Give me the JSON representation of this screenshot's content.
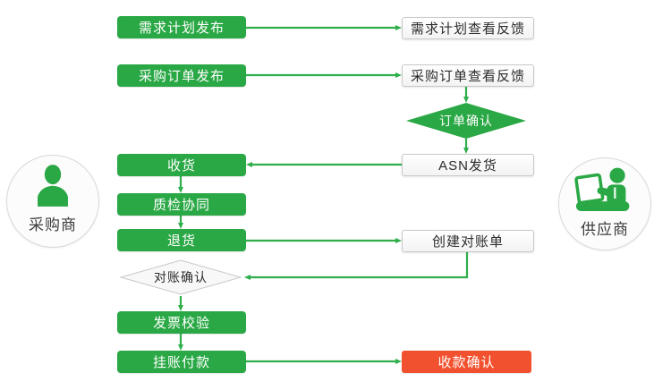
{
  "actors": {
    "buyer": {
      "label": "采购商",
      "icon": "person-icon"
    },
    "supplier": {
      "label": "供应商",
      "icon": "person-laptop-icon"
    }
  },
  "nodes": {
    "demand_plan_publish": {
      "label": "需求计划发布",
      "type": "process-green"
    },
    "demand_plan_feedback": {
      "label": "需求计划查看反馈",
      "type": "process-white"
    },
    "po_publish": {
      "label": "采购订单发布",
      "type": "process-green"
    },
    "po_feedback": {
      "label": "采购订单查看反馈",
      "type": "process-white"
    },
    "order_confirm": {
      "label": "订单确认",
      "type": "decision-green"
    },
    "asn_ship": {
      "label": "ASN发货",
      "type": "process-white"
    },
    "receive": {
      "label": "收货",
      "type": "process-green"
    },
    "quality_collab": {
      "label": "质检协同",
      "type": "process-green"
    },
    "return_goods": {
      "label": "退货",
      "type": "process-green"
    },
    "create_statement": {
      "label": "创建对账单",
      "type": "process-white"
    },
    "statement_confirm": {
      "label": "对账确认",
      "type": "decision-white"
    },
    "invoice_check": {
      "label": "发票校验",
      "type": "process-green"
    },
    "book_payment": {
      "label": "挂账付款",
      "type": "process-green"
    },
    "receipt_confirm": {
      "label": "收款确认",
      "type": "process-red"
    }
  },
  "edges": [
    {
      "from": "demand_plan_publish",
      "to": "demand_plan_feedback"
    },
    {
      "from": "po_publish",
      "to": "po_feedback"
    },
    {
      "from": "po_feedback",
      "to": "order_confirm"
    },
    {
      "from": "order_confirm",
      "to": "asn_ship"
    },
    {
      "from": "asn_ship",
      "to": "receive"
    },
    {
      "from": "receive",
      "to": "quality_collab"
    },
    {
      "from": "quality_collab",
      "to": "return_goods"
    },
    {
      "from": "return_goods",
      "to": "create_statement"
    },
    {
      "from": "create_statement",
      "to": "statement_confirm"
    },
    {
      "from": "statement_confirm",
      "to": "invoice_check"
    },
    {
      "from": "invoice_check",
      "to": "book_payment"
    },
    {
      "from": "book_payment",
      "to": "receipt_confirm"
    }
  ],
  "colors": {
    "green": "#2aa845",
    "green_arrow": "#2fae4c",
    "red": "#f1512e",
    "white_box_border": "#c9c9c9",
    "diamond_border": "#c8c8c8",
    "text_dark": "#2b2b2b"
  }
}
